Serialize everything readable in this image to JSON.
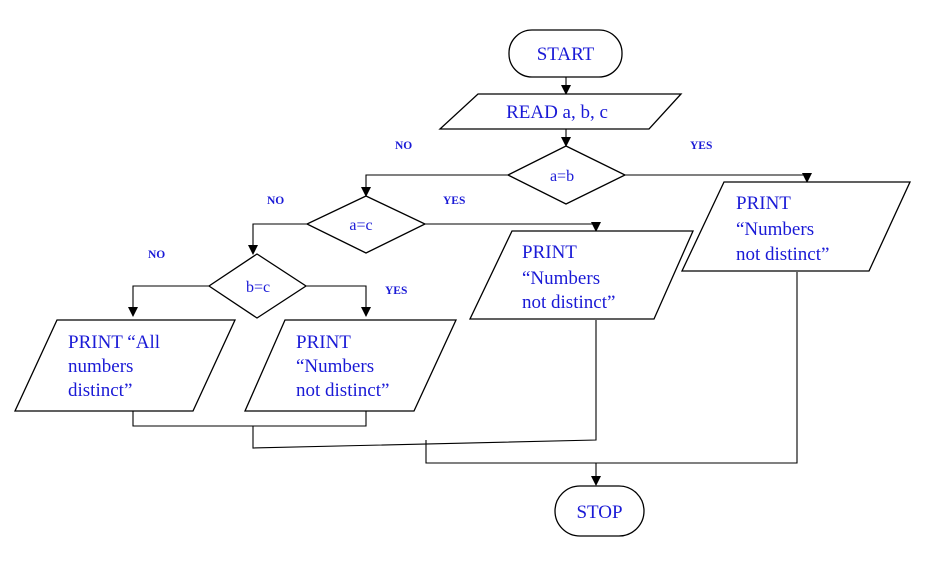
{
  "nodes": {
    "start": "START",
    "read": "READ a, b, c",
    "cond_ab": "a=b",
    "cond_ac": "a=c",
    "cond_bc": "b=c",
    "print_all_distinct": [
      "PRINT “All",
      "numbers",
      "distinct”"
    ],
    "print_not_distinct_bc": [
      "PRINT",
      "“Numbers",
      "not distinct”"
    ],
    "print_not_distinct_ac": [
      "PRINT",
      "“Numbers",
      "not distinct”"
    ],
    "print_not_distinct_ab": [
      "PRINT",
      "“Numbers",
      "not distinct”"
    ],
    "stop": "STOP"
  },
  "edge_labels": {
    "ab_no": "NO",
    "ab_yes": "YES",
    "ac_no": "NO",
    "ac_yes": "YES",
    "bc_no": "NO",
    "bc_yes": "YES"
  }
}
